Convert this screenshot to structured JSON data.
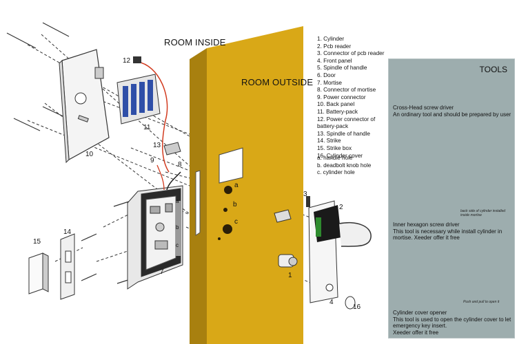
{
  "headings": {
    "room_inside": "ROOM INSIDE",
    "room_outside": "ROOM OUTSIDE"
  },
  "parts": [
    {
      "num": "1",
      "name": "Cylinder"
    },
    {
      "num": "2",
      "name": "Pcb reader"
    },
    {
      "num": "3",
      "name": "Connector of pcb reader"
    },
    {
      "num": "4",
      "name": "Front panel"
    },
    {
      "num": "5",
      "name": "Spindle of handle"
    },
    {
      "num": "6",
      "name": "Door"
    },
    {
      "num": "7",
      "name": "Mortise"
    },
    {
      "num": "8",
      "name": "Connector of mortise"
    },
    {
      "num": "9",
      "name": "Power connector"
    },
    {
      "num": "10",
      "name": "Back panel"
    },
    {
      "num": "11",
      "name": "Battery-pack"
    },
    {
      "num": "12",
      "name": "Power connector of battery-pack"
    },
    {
      "num": "13",
      "name": "Spindle of handle"
    },
    {
      "num": "14",
      "name": "Strike"
    },
    {
      "num": "15",
      "name": "Strike box"
    },
    {
      "num": "16",
      "name": "Cylinder cover"
    }
  ],
  "holes": [
    {
      "key": "a",
      "name": "handle hole"
    },
    {
      "key": "b",
      "name": "deadbolt knob hole"
    },
    {
      "key": "c",
      "name": "cylinder hole"
    }
  ],
  "tools": {
    "title": "TOOLS",
    "screwdriver_title": "Cross-Head screw driver",
    "screwdriver_desc": "An ordinary tool and should be prepared by user",
    "hex_title": "Inner hexagon screw driver",
    "hex_desc": "This tool is necessary while install cylinder in mortise. Xeeder offer it free",
    "hex_note": "back side of cylinder installed inside mortise",
    "opener_title": "Cylinder cover opener",
    "opener_desc": "This tool is used to open the cylinder cover to let emergency key insert.",
    "opener_offer": "Xeeder offer it free",
    "opener_note": "Push and pull to open it"
  },
  "callouts": {
    "n1": "1",
    "n2": "2",
    "n3": "3",
    "n4": "4",
    "n7": "7",
    "n8": "8",
    "n9": "9",
    "n10": "10",
    "n11": "11",
    "n12": "12",
    "n13": "13",
    "n14": "14",
    "n15": "15",
    "n16": "16",
    "ha": "a",
    "hb": "b",
    "hc": "c",
    "ma": "a",
    "mb": "b",
    "mc": "c"
  },
  "colors": {
    "door": "#d9a817",
    "door_side": "#a8800f",
    "tools_bg": "#9dadae",
    "pcb": "#2e8b2e",
    "battery": "#2f4fa8",
    "wire": "#d23a1e"
  }
}
